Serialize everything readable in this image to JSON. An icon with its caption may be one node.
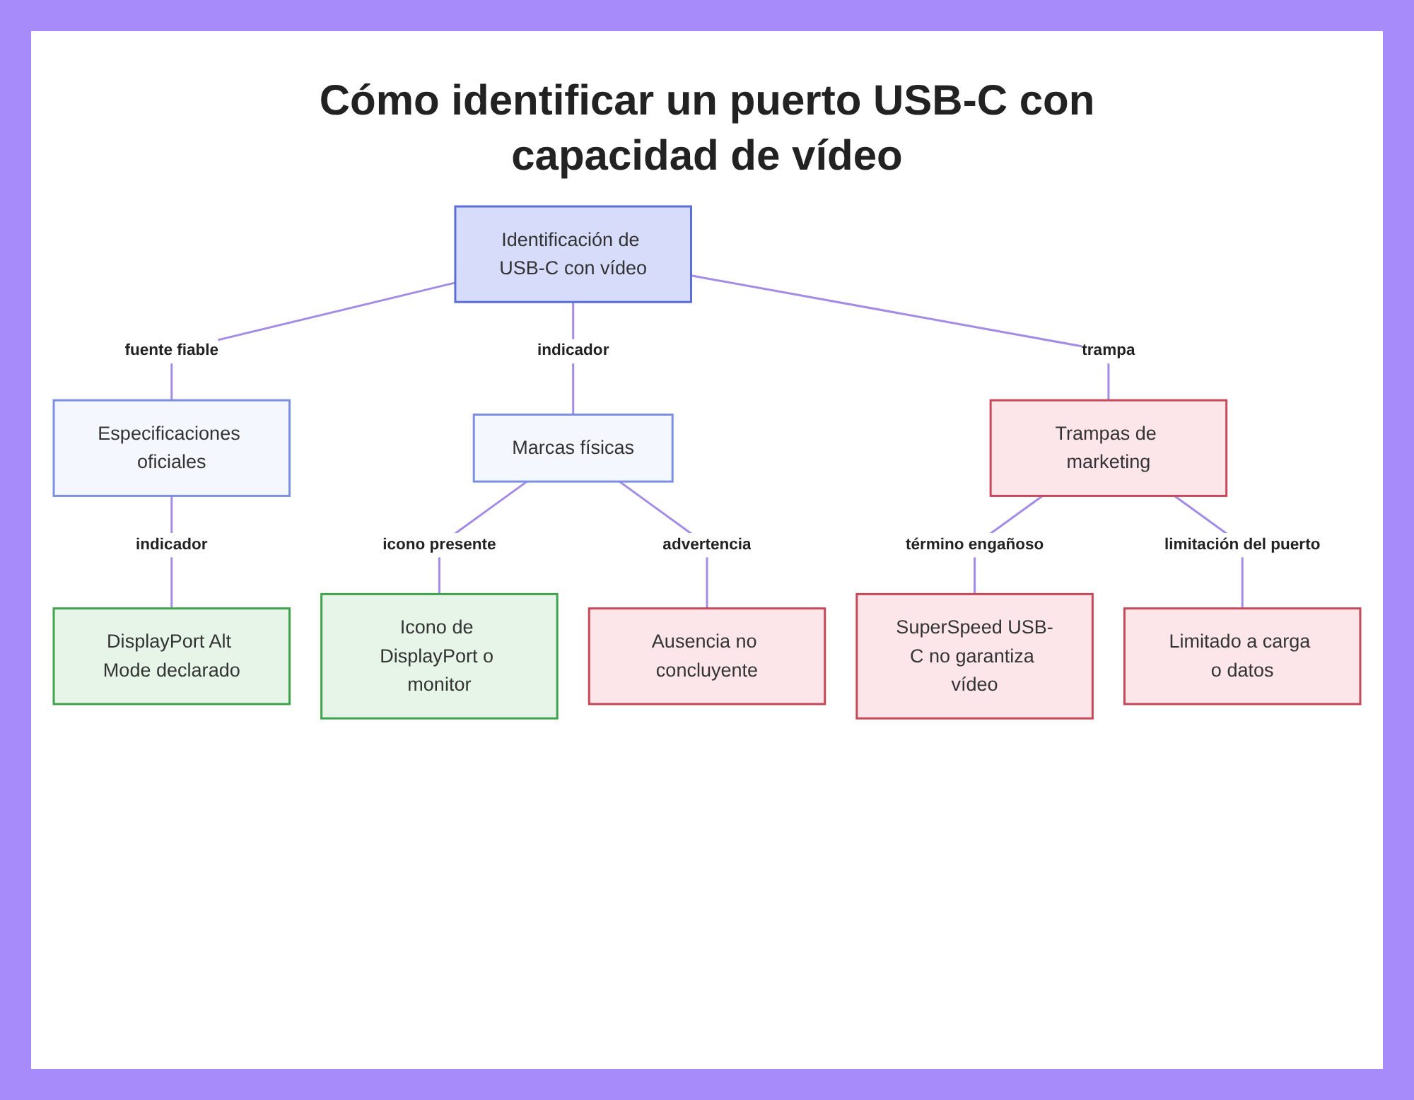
{
  "diagram": {
    "title": "Cómo identificar un puerto USB-C con capacidad de vídeo",
    "nodes": [
      {
        "text": [
          "Identificación de USB-C con vídeo"
        ]
      },
      {
        "text": [
          "Especificaciones oficiales"
        ]
      },
      {
        "text": [
          "Marcas físicas"
        ]
      },
      {
        "text": [
          "Trampas de marketing"
        ]
      },
      {
        "text": [
          "DisplayPort Alt Mode declarado"
        ]
      },
      {
        "text": [
          "Icono de DisplayPort o monitor"
        ]
      },
      {
        "text": [
          "Ausencia no concluyente"
        ]
      },
      {
        "text": [
          "SuperSpeed USB-C no garantiza vídeo"
        ]
      },
      {
        "text": [
          "Limitado a carga o datos"
        ]
      }
    ],
    "edges": [
      {
        "from": 0,
        "to": 1,
        "arrow": "none",
        "label": "fuente fiable"
      },
      {
        "from": 0,
        "to": 2,
        "arrow": "none",
        "label": "indicador"
      },
      {
        "from": 0,
        "to": 3,
        "arrow": "none",
        "label": "trampa"
      },
      {
        "from": 1,
        "to": 4,
        "arrow": "none",
        "label": "indicador"
      },
      {
        "from": 2,
        "to": 5,
        "arrow": "none",
        "label": "icono presente"
      },
      {
        "from": 2,
        "to": 6,
        "arrow": "none",
        "label": "advertencia"
      },
      {
        "from": 3,
        "to": 7,
        "arrow": "none",
        "label": "término engañoso"
      },
      {
        "from": 3,
        "to": 8,
        "arrow": "none",
        "label": "limitación del puerto"
      }
    ]
  }
}
